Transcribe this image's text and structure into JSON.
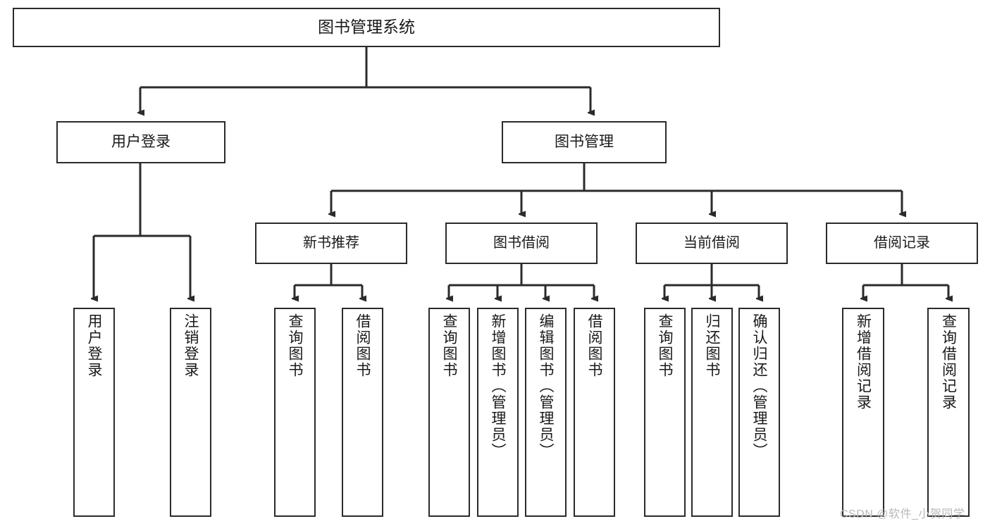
{
  "diagram": {
    "type": "hierarchy-tree",
    "title": "图书管理系统",
    "root": {
      "id": "root",
      "label": "图书管理系统"
    },
    "level1": [
      {
        "id": "user-login",
        "label": "用户登录"
      },
      {
        "id": "book-manage",
        "label": "图书管理"
      }
    ],
    "level2": [
      {
        "id": "new-book-recommend",
        "label": "新书推荐",
        "parent": "book-manage"
      },
      {
        "id": "book-borrow",
        "label": "图书借阅",
        "parent": "book-manage"
      },
      {
        "id": "current-borrow",
        "label": "当前借阅",
        "parent": "book-manage"
      },
      {
        "id": "borrow-record",
        "label": "借阅记录",
        "parent": "book-manage"
      }
    ],
    "leaves": [
      {
        "id": "leaf-user-login",
        "label": "用户登录",
        "parent": "user-login"
      },
      {
        "id": "leaf-user-logout",
        "label": "注销登录",
        "parent": "user-login"
      },
      {
        "id": "leaf-query-book-1",
        "label": "查询图书",
        "parent": "new-book-recommend"
      },
      {
        "id": "leaf-borrow-book-1",
        "label": "借阅图书",
        "parent": "new-book-recommend"
      },
      {
        "id": "leaf-query-book-2",
        "label": "查询图书",
        "parent": "book-borrow"
      },
      {
        "id": "leaf-add-book",
        "label": "新增图书（管理员）",
        "parent": "book-borrow"
      },
      {
        "id": "leaf-edit-book",
        "label": "编辑图书（管理员）",
        "parent": "book-borrow"
      },
      {
        "id": "leaf-borrow-book-2",
        "label": "借阅图书",
        "parent": "book-borrow"
      },
      {
        "id": "leaf-query-book-3",
        "label": "查询图书",
        "parent": "current-borrow"
      },
      {
        "id": "leaf-return-book",
        "label": "归还图书",
        "parent": "current-borrow"
      },
      {
        "id": "leaf-confirm-return",
        "label": "确认归还（管理员）",
        "parent": "current-borrow"
      },
      {
        "id": "leaf-add-record",
        "label": "新增借阅记录",
        "parent": "borrow-record"
      },
      {
        "id": "leaf-query-record",
        "label": "查询借阅记录",
        "parent": "borrow-record"
      }
    ],
    "watermark": "CSDN @软件_小贺同学",
    "colors": {
      "stroke": "#2b2b2b",
      "fill": "#ffffff",
      "text": "#1a1a1a",
      "watermark": "#b9b9b9"
    }
  }
}
